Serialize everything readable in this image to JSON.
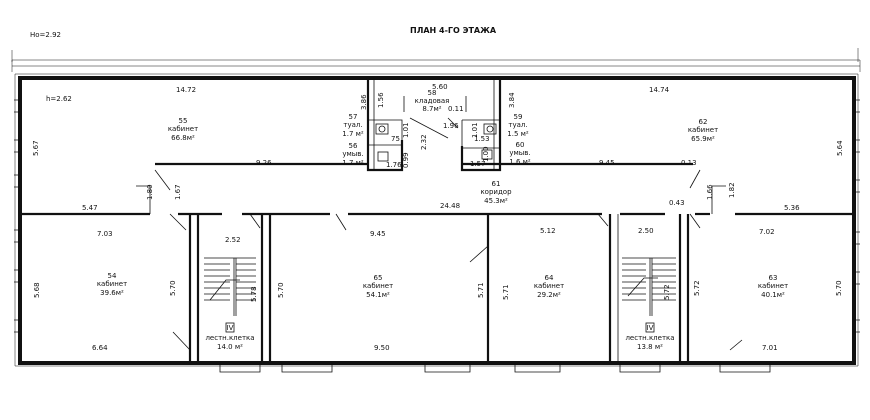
{
  "title": "ПЛАН 4-ГО ЭТАЖА",
  "level_mark": "Нo=2.92",
  "height_mark": "h=2.62",
  "rooms": {
    "r55": {
      "num": "55",
      "name": "кабинет",
      "area": "66.8м²"
    },
    "r57": {
      "num": "57",
      "name": "туал.",
      "area": "1.7 м²"
    },
    "r56": {
      "num": "56",
      "name": "умыв.",
      "area": "1.7 м²"
    },
    "r58": {
      "num": "58",
      "name": "кладовая",
      "area": "8.7м²"
    },
    "r59": {
      "num": "59",
      "name": "туал.",
      "area": "1.5 м²"
    },
    "r60": {
      "num": "60",
      "name": "умыв.",
      "area": "1.6 м²"
    },
    "r62": {
      "num": "62",
      "name": "кабинет",
      "area": "65.9м²"
    },
    "r61": {
      "num": "61",
      "name": "коридор",
      "area": "45.3м²"
    },
    "r54": {
      "num": "54",
      "name": "кабинет",
      "area": "39.6м²"
    },
    "r65": {
      "num": "65",
      "name": "кабинет",
      "area": "54.1м²"
    },
    "r64": {
      "num": "64",
      "name": "кабинет",
      "area": "29.2м²"
    },
    "r63": {
      "num": "63",
      "name": "кабинет",
      "area": "40.1м²"
    },
    "stairL": {
      "num": "IV",
      "name": "лестн.клетка",
      "area": "14.0 м²"
    },
    "stairR": {
      "num": "IV",
      "name": "лестн.клетка",
      "area": "13.8 м²"
    }
  },
  "dims": {
    "d1472a": "14.72",
    "d560": "5.60",
    "d1474": "14.74",
    "d156": "1.56",
    "d386a": "3.86",
    "d384": "3.84",
    "d011": "0.11",
    "d196": "1.96",
    "d101a": "1.01",
    "d101b": "1.01",
    "d075": "75",
    "d232": "2.32",
    "d099": "0.99",
    "d176": "1.76",
    "d153": "1.53",
    "d157": "1.57",
    "d100": "1.00",
    "d926": "9.26",
    "d945a": "9.45",
    "d013": "0.13",
    "d567": "5.67",
    "d564": "5.64",
    "d180": "1.80",
    "d167": "1.67",
    "d166": "1.66",
    "d182": "1.82",
    "d547": "5.47",
    "d2448": "24.48",
    "d536": "5.36",
    "d043": "0.43",
    "d703": "7.03",
    "d252": "2.52",
    "d945b": "9.45",
    "d512": "5.12",
    "d250": "2.50",
    "d702": "7.02",
    "d568": "5.68",
    "d570a": "5.70",
    "d578": "5.78",
    "d570b": "5.70",
    "d571a": "5.71",
    "d571b": "5.71",
    "d572a": "5.72",
    "d572b": "5.72",
    "d570c": "5.70",
    "d664": "6.64",
    "d950": "9.50",
    "d701": "7.01"
  }
}
